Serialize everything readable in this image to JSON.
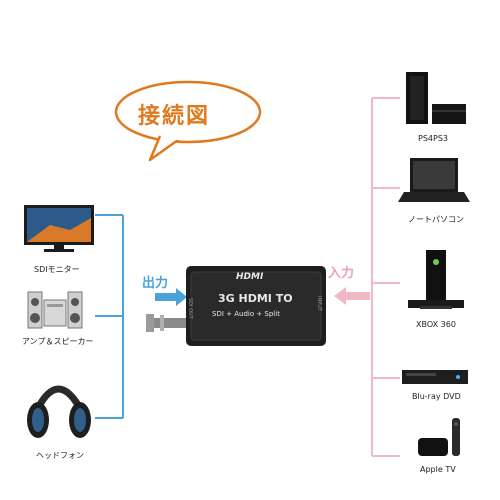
{
  "title": "接続図",
  "input_label": "入力",
  "output_label": "出力",
  "converter": {
    "brand": "HDMI",
    "model": "3G HDMI TO",
    "subtitle": "SDI + Audio + Split",
    "left_port": "SDI OUT",
    "right_port": "INPUT"
  },
  "outputs": [
    {
      "label": "SDIモニター",
      "icon": "monitor-icon"
    },
    {
      "label": "アンプ＆スピーカー",
      "icon": "speaker-icon"
    },
    {
      "label": "ヘッドフォン",
      "icon": "headphones-icon"
    }
  ],
  "inputs": [
    {
      "label": "PS4PS3",
      "icon": "game-console-icon"
    },
    {
      "label": "ノートパソコン",
      "icon": "laptop-icon"
    },
    {
      "label": "XBOX 360",
      "icon": "xbox-icon"
    },
    {
      "label": "Blu-ray DVD",
      "icon": "bluray-player-icon"
    },
    {
      "label": "Apple TV",
      "icon": "apple-tv-icon"
    }
  ],
  "colors": {
    "input_line": "#f2b8c6",
    "output_line": "#4aa3d8",
    "title": "#e07a1f",
    "device_dark": "#1a1a1a"
  }
}
